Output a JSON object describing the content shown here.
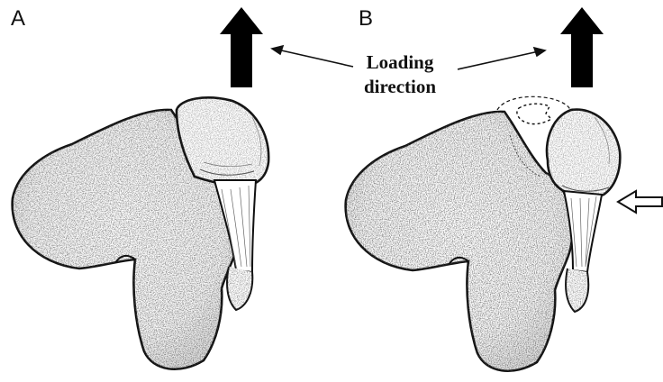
{
  "panels": [
    {
      "label": "A"
    },
    {
      "label": "B"
    }
  ],
  "caption": {
    "line1": "Loading",
    "line2": "direction"
  },
  "colors": {
    "ink": "#111111",
    "bone_fill": "#ffffff",
    "stipple": "#2a2a2a"
  },
  "icons": [
    "arrow-up-icon",
    "arrow-left-icon"
  ]
}
